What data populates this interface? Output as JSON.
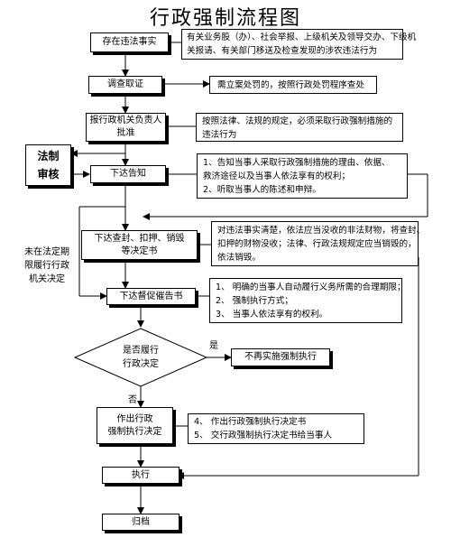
{
  "title": "行政强制流程图",
  "steps": {
    "s1": "存在违法事实",
    "s2": "调查取证",
    "s3": [
      "报行政机关负责人",
      "批准"
    ],
    "s4": "下达告知",
    "s5": [
      "下达查封、扣押、销毁",
      "等决定书"
    ],
    "s6": "下达督促催告书",
    "s7": [
      "是否履行",
      "行政决定"
    ],
    "s8": "不再实施强制执行",
    "s9": [
      "作出行政",
      "强制执行决定"
    ],
    "s10": "执行",
    "s11": "归档"
  },
  "notes": {
    "n1": [
      "有关业务股（办）、社会举报、上级机关及领导交办、下级机",
      "关报请、有关部门移送及检查发现的涉农违法行为"
    ],
    "n2": "需立案处罚的，按照行政处罚程序查处",
    "n3": [
      "按照法律、法规的规定，必须采取行政强制措施的",
      "违法行为"
    ],
    "n4": [
      "1、告知当事人采取行政强制措施的理由、依据、",
      "救济途径以及当事人依法享有的权利；",
      "2、听取当事人的陈述和申辩。"
    ],
    "n5": [
      "对违法事实清楚，依法应当没收的非法财物，将查封、",
      "扣押的财物没收；法律、行政法规规定应当销毁的，",
      "依法销毁。"
    ],
    "n6": [
      "1、  明确的当事人自动履行义务所需的合理期限；",
      "2、  强制执行方式；",
      "3、  当事人依法享有的权利。"
    ],
    "n7": [
      "4、  作出行政强制执行决定书",
      "5、  交行政强制执行决定书给当事人"
    ]
  },
  "side": {
    "law": [
      "法制",
      "审核"
    ],
    "left_note": [
      "未在法定期",
      "限履行行政",
      "机关决定"
    ]
  },
  "labels": {
    "yes": "是",
    "no": "否"
  }
}
